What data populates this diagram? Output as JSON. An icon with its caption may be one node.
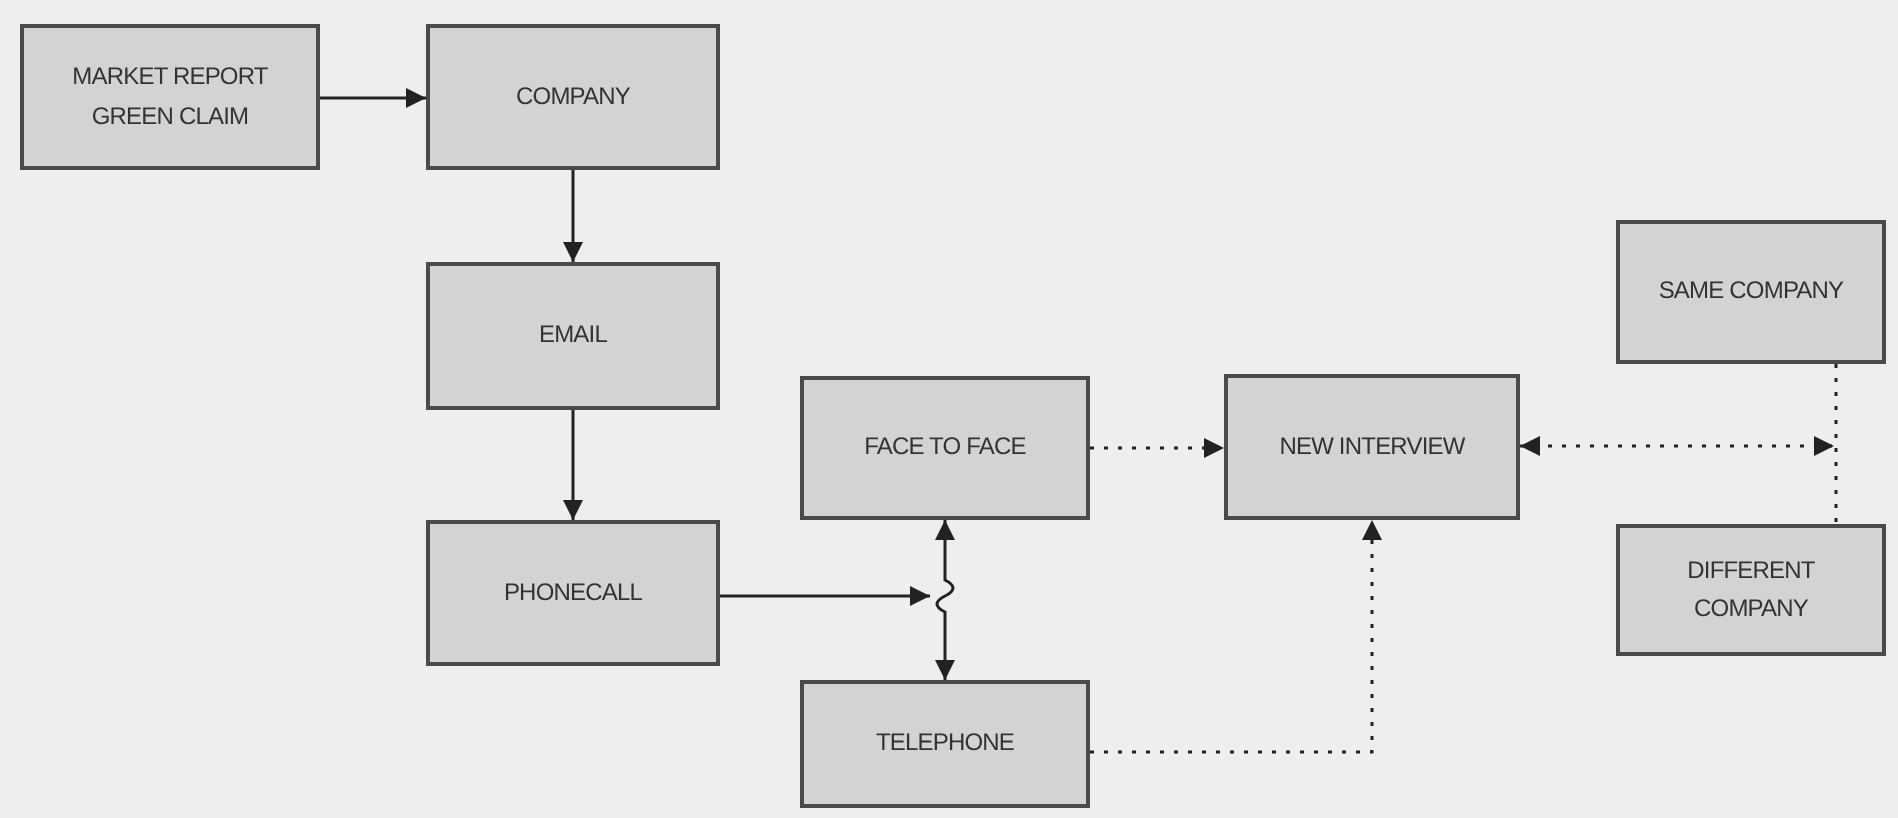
{
  "diagram": {
    "nodes": [
      {
        "text": [
          "MARKET REPORT GREEN CLAIM"
        ]
      },
      {
        "text": [
          "COMPANY"
        ]
      },
      {
        "text": [
          "EMAIL"
        ]
      },
      {
        "text": [
          "PHONECALL"
        ]
      },
      {
        "text": [
          "FACE TO FACE"
        ]
      },
      {
        "text": [
          "NEW INTERVIEW"
        ]
      },
      {
        "text": [
          "SAME COMPANY"
        ]
      },
      {
        "text": [
          "DIFFERENT COMPANY"
        ]
      },
      {
        "text": [
          "TELEPHONE"
        ]
      }
    ],
    "edges": [
      {
        "from": 0,
        "to": 1,
        "arrow": "to"
      },
      {
        "from": 1,
        "to": 2,
        "arrow": "to"
      },
      {
        "from": 2,
        "to": 3,
        "arrow": "to"
      },
      {
        "from": 3,
        "to": null,
        "arrow": "to"
      },
      {
        "from": 4,
        "to": 8,
        "arrow": "both"
      },
      {
        "from": 4,
        "to": 5,
        "arrow": "to",
        "style": "dashed"
      },
      {
        "from": 8,
        "to": 5,
        "arrow": "to",
        "style": "dashed"
      },
      {
        "from": 5,
        "to": null,
        "arrow": "both",
        "style": "dashed"
      },
      {
        "from": 6,
        "to": 7,
        "arrow": "none",
        "style": "dashed"
      }
    ]
  }
}
